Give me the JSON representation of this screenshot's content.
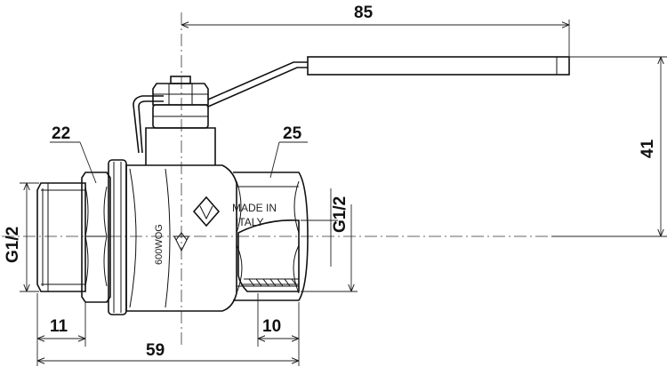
{
  "dimensions": {
    "handle_length": "85",
    "overall_height": "41",
    "male_thread": "G1/2",
    "female_thread": "G1/2",
    "male_thread_length": "11",
    "female_thread_length": "10",
    "overall_length": "59",
    "male_hex_size": "22",
    "female_hex_size": "25"
  },
  "markings": {
    "made_in_line1": "MADE IN",
    "made_in_line2": "ITALY",
    "pressure_rating": "600WOG"
  }
}
